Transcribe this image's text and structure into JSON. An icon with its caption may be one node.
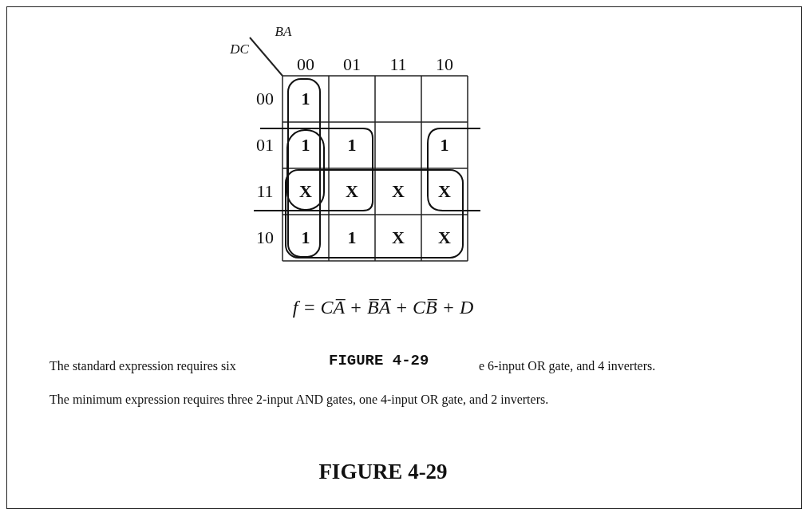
{
  "diagram": {
    "caption": "FIGURE 4-29",
    "labels": [
      "BA",
      "DC",
      "00",
      "01",
      "11",
      "10",
      "00",
      "1",
      "01",
      "1",
      "1",
      "1",
      "11",
      "X",
      "X",
      "X",
      "X",
      "10",
      "1",
      "1",
      "X",
      "X",
      "f = CA̅ + B̅A̅ + CB̅ + D",
      "The standard expression requires six",
      "FIGURE 4-29",
      "e 6-input OR gate, and 4 inverters.",
      "The minimum expression requires three 2-input AND gates, one 4-input OR gate, and 2 inverters."
    ]
  }
}
